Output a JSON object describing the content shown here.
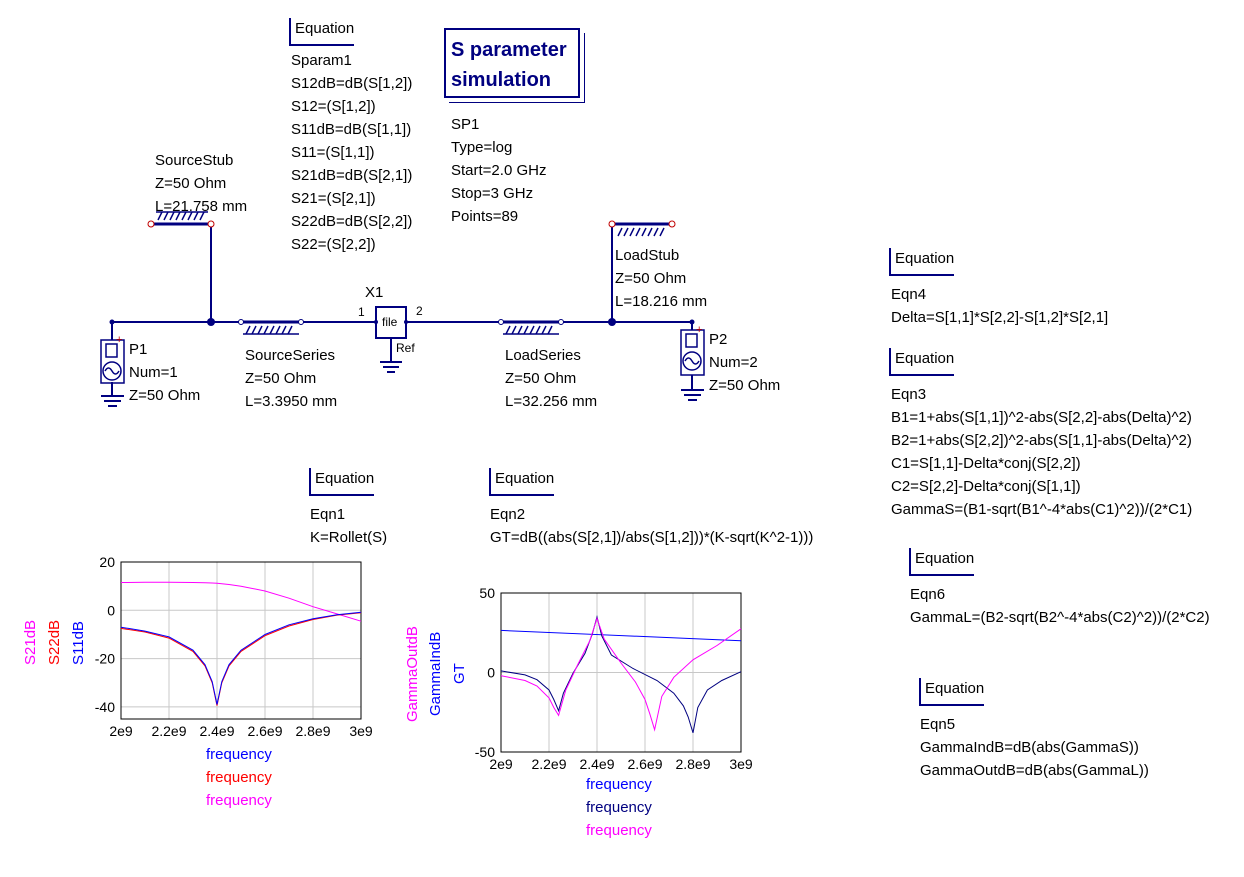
{
  "sp_block": {
    "title_line1": "S parameter",
    "title_line2": "simulation",
    "name": "SP1",
    "type": "Type=log",
    "start": "Start=2.0 GHz",
    "stop": "Stop=3 GHz",
    "points": "Points=89"
  },
  "eq_sparam": {
    "header": "Equation",
    "lines": [
      "Sparam1",
      "S12dB=dB(S[1,2])",
      "S12=(S[1,2])",
      "S11dB=dB(S[1,1])",
      "S11=(S[1,1])",
      "S21dB=dB(S[2,1])",
      "S21=(S[2,1])",
      "S22dB=dB(S[2,2])",
      "S22=(S[2,2])"
    ]
  },
  "eq4": {
    "header": "Equation",
    "lines": [
      "Eqn4",
      "Delta=S[1,1]*S[2,2]-S[1,2]*S[2,1]"
    ]
  },
  "eq3": {
    "header": "Equation",
    "lines": [
      "Eqn3",
      "B1=1+abs(S[1,1])^2-abs(S[2,2]-abs(Delta)^2)",
      "B2=1+abs(S[2,2])^2-abs(S[1,1]-abs(Delta)^2)",
      "C1=S[1,1]-Delta*conj(S[2,2])",
      "C2=S[2,2]-Delta*conj(S[1,1])",
      "GammaS=(B1-sqrt(B1^-4*abs(C1)^2))/(2*C1)"
    ]
  },
  "eq6": {
    "header": "Equation",
    "lines": [
      "Eqn6",
      "GammaL=(B2-sqrt(B2^-4*abs(C2)^2))/(2*C2)"
    ]
  },
  "eq5": {
    "header": "Equation",
    "lines": [
      "Eqn5",
      "GammaIndB=dB(abs(GammaS))",
      "GammaOutdB=dB(abs(GammaL))"
    ]
  },
  "eq1": {
    "header": "Equation",
    "lines": [
      "Eqn1",
      "K=Rollet(S)"
    ]
  },
  "eq2": {
    "header": "Equation",
    "lines": [
      "Eqn2",
      "GT=dB((abs(S[2,1])/abs(S[1,2]))*(K-sqrt(K^2-1)))"
    ]
  },
  "components": {
    "source_stub": [
      "SourceStub",
      "Z=50 Ohm",
      "L=21.758 mm"
    ],
    "source_series": [
      "SourceSeries",
      "Z=50 Ohm",
      "L=3.3950 mm"
    ],
    "load_series": [
      "LoadSeries",
      "Z=50 Ohm",
      "L=32.256 mm"
    ],
    "load_stub": [
      "LoadStub",
      "Z=50 Ohm",
      "L=18.216 mm"
    ],
    "p1": [
      "P1",
      "Num=1",
      "Z=50 Ohm"
    ],
    "p2": [
      "P2",
      "Num=2",
      "Z=50 Ohm"
    ],
    "x1": {
      "name": "X1",
      "file": "file",
      "port1": "1",
      "port2": "2",
      "ref": "Ref"
    }
  },
  "colors": {
    "wire": "#000080",
    "grid": "#c8c8c8",
    "blue": "#0000ff",
    "red": "#ff0000",
    "magenta": "#ff00ff",
    "navy": "#000080"
  },
  "chart_data": [
    {
      "type": "line",
      "xlabels": [
        "frequency",
        "frequency",
        "frequency"
      ],
      "ylabels": [
        "S21dB",
        "S22dB",
        "S11dB"
      ],
      "xticks": [
        "2e9",
        "2.2e9",
        "2.4e9",
        "2.6e9",
        "2.8e9",
        "3e9"
      ],
      "yticks": [
        "20",
        "0",
        "-20",
        "-40"
      ],
      "xlim": [
        2000000000.0,
        3000000000.0
      ],
      "ylim": [
        -45,
        20
      ],
      "grid": true,
      "x": [
        2000000000.0,
        2100000000.0,
        2200000000.0,
        2300000000.0,
        2350000000.0,
        2380000000.0,
        2400000000.0,
        2420000000.0,
        2450000000.0,
        2500000000.0,
        2600000000.0,
        2700000000.0,
        2800000000.0,
        2900000000.0,
        3000000000.0
      ],
      "series": [
        {
          "name": "S21dB",
          "color": "#ff00ff",
          "values": [
            11.5,
            11.6,
            11.6,
            11.5,
            11.4,
            11.3,
            11.2,
            11.0,
            10.7,
            10.0,
            8.0,
            5.0,
            1.5,
            -1.5,
            -4.5
          ]
        },
        {
          "name": "S22dB",
          "color": "#ff0000",
          "values": [
            -7.5,
            -9.0,
            -11.5,
            -17.0,
            -23.0,
            -30.0,
            -39.5,
            -30.0,
            -23.0,
            -17.0,
            -10.5,
            -6.5,
            -3.8,
            -2.0,
            -1.0
          ]
        },
        {
          "name": "S11dB",
          "color": "#0000ff",
          "values": [
            -7.0,
            -8.6,
            -11.0,
            -16.5,
            -22.5,
            -29.5,
            -39.0,
            -29.5,
            -22.5,
            -16.5,
            -10.0,
            -6.0,
            -3.5,
            -1.8,
            -0.8
          ]
        }
      ]
    },
    {
      "type": "line",
      "xlabels": [
        "frequency",
        "frequency",
        "frequency"
      ],
      "ylabels": [
        "GammaOutdB",
        "GammaIndB",
        "GT"
      ],
      "xticks": [
        "2e9",
        "2.2e9",
        "2.4e9",
        "2.6e9",
        "2.8e9",
        "3e9"
      ],
      "yticks": [
        "50",
        "0",
        "-50"
      ],
      "xlim": [
        2000000000.0,
        3000000000.0
      ],
      "ylim": [
        -50,
        50
      ],
      "grid": true,
      "series": [
        {
          "name": "GT",
          "color": "#0000ff",
          "x": [
            2000000000.0,
            3000000000.0
          ],
          "values": [
            26.5,
            20.0
          ]
        },
        {
          "name": "GammaIndB",
          "color": "#000080",
          "x": [
            2000000000.0,
            2100000000.0,
            2150000000.0,
            2200000000.0,
            2220000000.0,
            2240000000.0,
            2260000000.0,
            2300000000.0,
            2350000000.0,
            2380000000.0,
            2400000000.0,
            2420000000.0,
            2460000000.0,
            2550000000.0,
            2650000000.0,
            2720000000.0,
            2760000000.0,
            2780000000.0,
            2800000000.0,
            2820000000.0,
            2860000000.0,
            2920000000.0,
            3000000000.0
          ],
          "values": [
            1.0,
            -1.5,
            -4.5,
            -11.0,
            -17.0,
            -24.0,
            -13.0,
            -0.5,
            12.0,
            24.0,
            35.0,
            23.0,
            11.0,
            2.5,
            -5.0,
            -13.0,
            -21.0,
            -28.0,
            -38.0,
            -22.0,
            -11.0,
            -5.0,
            0.5
          ]
        },
        {
          "name": "GammaOutdB",
          "color": "#ff00ff",
          "x": [
            2000000000.0,
            2100000000.0,
            2150000000.0,
            2200000000.0,
            2220000000.0,
            2240000000.0,
            2270000000.0,
            2320000000.0,
            2370000000.0,
            2400000000.0,
            2430000000.0,
            2500000000.0,
            2560000000.0,
            2600000000.0,
            2620000000.0,
            2640000000.0,
            2670000000.0,
            2720000000.0,
            2800000000.0,
            2900000000.0,
            3000000000.0
          ],
          "values": [
            -2.0,
            -5.0,
            -8.5,
            -16.0,
            -22.0,
            -27.0,
            -11.0,
            5.0,
            20.0,
            34.0,
            21.0,
            6.0,
            -6.0,
            -17.0,
            -26.0,
            -36.0,
            -15.0,
            -3.0,
            8.0,
            17.0,
            27.5
          ]
        }
      ]
    }
  ]
}
